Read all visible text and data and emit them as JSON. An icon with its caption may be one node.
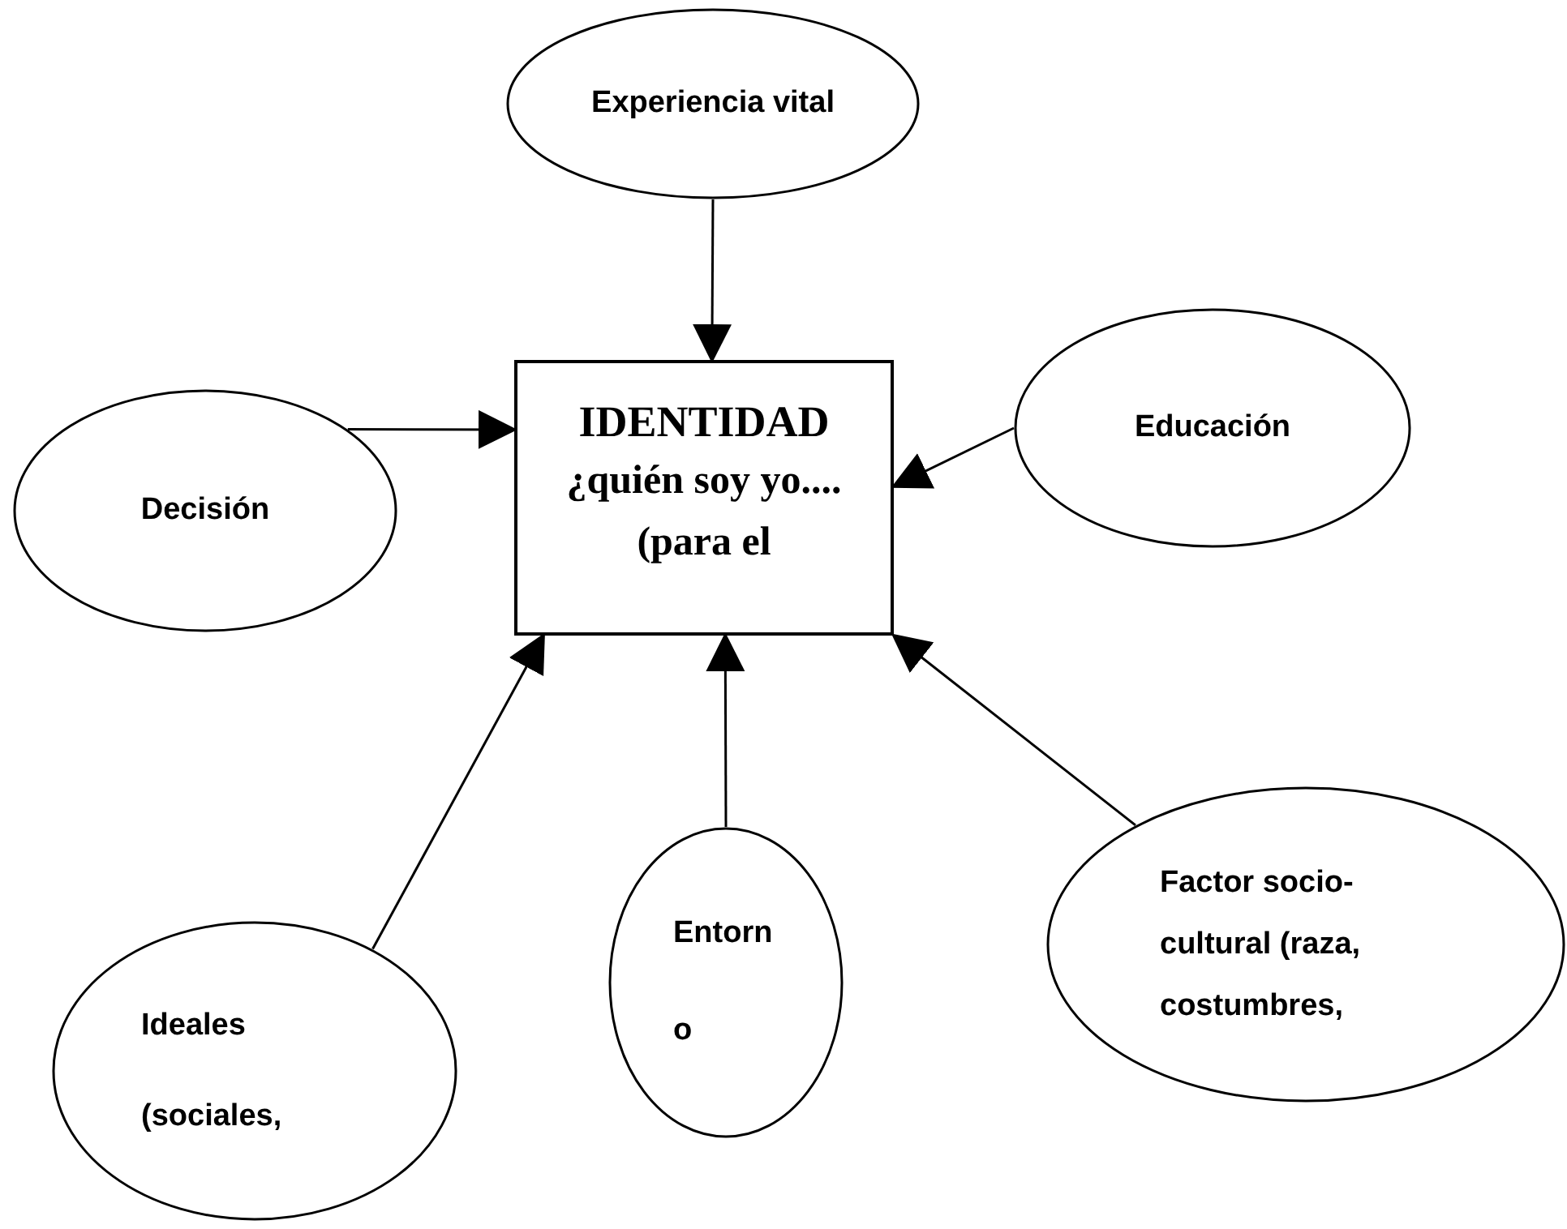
{
  "diagram": {
    "nodes": [
      {
        "text": [
          "Experiencia vital"
        ]
      },
      {
        "text": [
          "IDENTIDAD",
          "¿quién soy yo....(para el"
        ]
      },
      {
        "text": [
          "Educación"
        ]
      },
      {
        "text": [
          "Decisión"
        ]
      },
      {
        "text": [
          "Ideales (sociales,"
        ]
      },
      {
        "text": [
          "Entorn o"
        ]
      },
      {
        "text": [
          "Factor socio- cultural (raza, costumbres,"
        ]
      }
    ],
    "edges": [
      {
        "from": 0,
        "to": 1,
        "arrow": "to"
      },
      {
        "from": 3,
        "to": 1,
        "arrow": "to"
      },
      {
        "from": 2,
        "to": 1,
        "arrow": "to"
      },
      {
        "from": 4,
        "to": 1,
        "arrow": "to"
      },
      {
        "from": 5,
        "to": 1,
        "arrow": "to"
      },
      {
        "from": 6,
        "to": 1,
        "arrow": "to"
      }
    ]
  }
}
